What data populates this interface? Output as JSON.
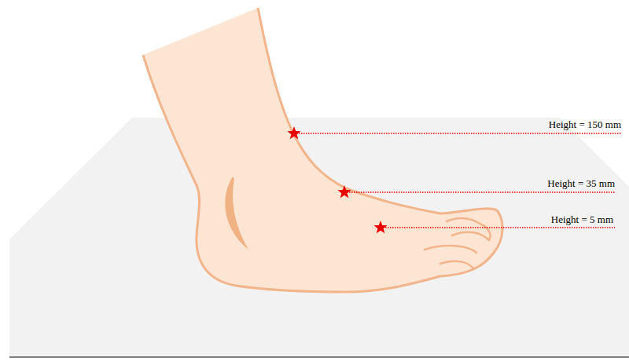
{
  "diagram": {
    "labels": [
      "Height = 150 mm",
      "Height = 35 mm",
      "Height = 5 mm"
    ]
  }
}
